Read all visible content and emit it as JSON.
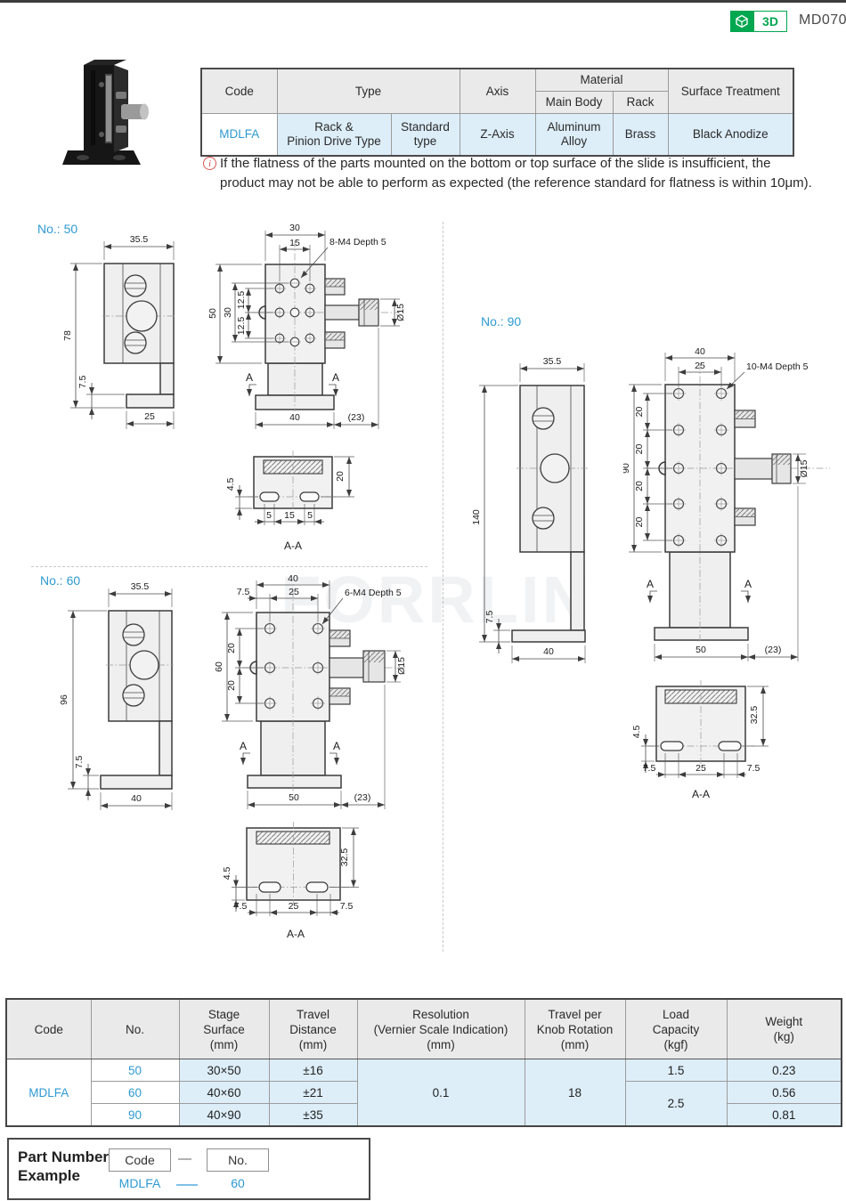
{
  "header": {
    "badge_3d": "3D",
    "page_code": "MD070"
  },
  "info_table": {
    "h_code": "Code",
    "h_type": "Type",
    "h_axis": "Axis",
    "h_material": "Material",
    "h_main_body": "Main Body",
    "h_rack": "Rack",
    "h_surface": "Surface Treatment",
    "code": "MDLFA",
    "type_main": "Rack &\nPinion Drive Type",
    "type_sub": "Standard\ntype",
    "axis": "Z-Axis",
    "main_body": "Aluminum\nAlloy",
    "rack": "Brass",
    "surface": "Black Anodize"
  },
  "note": {
    "icon_glyph": "i",
    "line1": "If the flatness of the parts mounted on the bottom or top surface of the slide is insufficient, the",
    "line2": "product may not be able to perform as expected (the reference standard for flatness is within 10μm)."
  },
  "watermark": "FORRLIN",
  "drawings": {
    "no50": {
      "label": "No.: 50",
      "side_w": "35.5",
      "side_h": "78",
      "side_foot": "7.5",
      "side_base": "25",
      "front_top1": "30",
      "front_top2": "15",
      "thread": "8-M4 Depth 5",
      "front_l1": "50",
      "front_l2": "30",
      "front_l3": "12.5",
      "front_l4": "12.5",
      "knob_dia": "Ø15",
      "sec_a": "A",
      "front_b1": "40",
      "front_b2": "(23)",
      "sec_left": "4.5",
      "sec_right": "20",
      "sec_b1": "5",
      "sec_b2": "15",
      "sec_b3": "5",
      "sec_label": "A-A"
    },
    "no60": {
      "label": "No.: 60",
      "side_w": "35.5",
      "side_h": "96",
      "side_foot": "7.5",
      "side_base": "40",
      "front_top1": "40",
      "front_top0": "7.5",
      "front_top2": "25",
      "thread": "6-M4 Depth 5",
      "front_l1": "60",
      "front_l2": "20",
      "front_l3": "20",
      "knob_dia": "Ø15",
      "sec_a": "A",
      "front_b1": "50",
      "front_b2": "(23)",
      "sec_left": "4.5",
      "sec_right": "32.5",
      "sec_b1": "7.5",
      "sec_b2": "25",
      "sec_b3": "7.5",
      "sec_label": "A-A"
    },
    "no90": {
      "label": "No.: 90",
      "side_w": "35.5",
      "side_h": "140",
      "side_foot": "7.5",
      "side_base": "40",
      "front_top1": "40",
      "front_top2": "25",
      "thread": "10-M4 Depth 5",
      "front_l1": "90",
      "front_l2": "20",
      "knob_dia": "Ø15",
      "sec_a": "A",
      "front_b1": "50",
      "front_b2": "(23)",
      "sec_left": "4.5",
      "sec_right": "32.5",
      "sec_b1": "7.5",
      "sec_b2": "25",
      "sec_b3": "7.5",
      "sec_label": "A-A"
    }
  },
  "spec_table": {
    "h_code": "Code",
    "h_no": "No.",
    "h_stage": "Stage\nSurface\n(mm)",
    "h_travel": "Travel\nDistance\n(mm)",
    "h_resolution": "Resolution\n(Vernier Scale Indication)\n(mm)",
    "h_knob": "Travel per\nKnob Rotation\n(mm)",
    "h_load": "Load\nCapacity\n(kgf)",
    "h_weight": "Weight\n(kg)",
    "code": "MDLFA",
    "rows": [
      {
        "no": "50",
        "stage": "30×50",
        "travel": "±16",
        "weight": "0.23"
      },
      {
        "no": "60",
        "stage": "40×60",
        "travel": "±21",
        "weight": "0.56"
      },
      {
        "no": "90",
        "stage": "40×90",
        "travel": "±35",
        "weight": "0.81"
      }
    ],
    "resolution": "0.1",
    "knob_travel": "18",
    "load_1": "1.5",
    "load_2": "2.5"
  },
  "part_number": {
    "title": "Part Number\nExample",
    "box_code": "Code",
    "box_no": "No.",
    "dash": "—",
    "value_code": "MDLFA",
    "value_no": "60"
  },
  "colors": {
    "accent": "#2e9ad2",
    "cell_blue": "#ddeef9",
    "header_gray": "#eaeaea",
    "badge_green": "#00a650",
    "note_red": "#d9534f"
  }
}
